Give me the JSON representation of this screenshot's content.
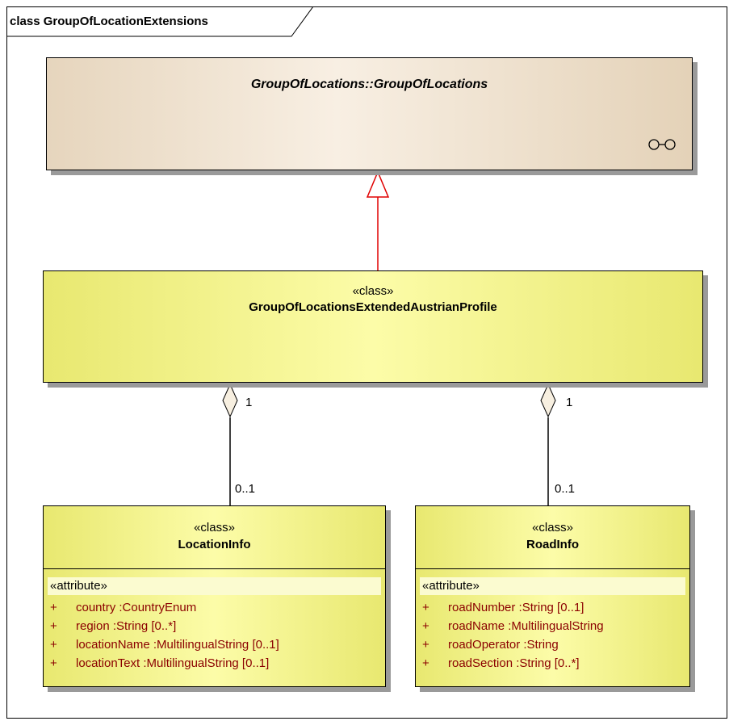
{
  "frame": {
    "title": "class GroupOfLocationExtensions"
  },
  "parent_class": {
    "name": "GroupOfLocations::GroupOfLocations",
    "icon": "link-icon"
  },
  "extended_class": {
    "stereotype": "«class»",
    "name": "GroupOfLocationsExtendedAustrianProfile"
  },
  "location_info": {
    "stereotype": "«class»",
    "name": "LocationInfo",
    "attr_stereotype": "«attribute»",
    "attributes": [
      {
        "visibility": "+",
        "text": "country :CountryEnum"
      },
      {
        "visibility": "+",
        "text": "region :String [0..*]"
      },
      {
        "visibility": "+",
        "text": "locationName :MultilingualString [0..1]"
      },
      {
        "visibility": "+",
        "text": "locationText :MultilingualString [0..1]"
      }
    ]
  },
  "road_info": {
    "stereotype": "«class»",
    "name": "RoadInfo",
    "attr_stereotype": "«attribute»",
    "attributes": [
      {
        "visibility": "+",
        "text": "roadNumber :String [0..1]"
      },
      {
        "visibility": "+",
        "text": "roadName :MultilingualString"
      },
      {
        "visibility": "+",
        "text": "roadOperator :String"
      },
      {
        "visibility": "+",
        "text": "roadSection :String [0..*]"
      }
    ]
  },
  "associations": {
    "location": {
      "source_mult": "1",
      "target_mult": "0..1"
    },
    "road": {
      "source_mult": "1",
      "target_mult": "0..1"
    }
  },
  "colors": {
    "generalization": "#e00000",
    "attribute_text": "#8b0000",
    "class_fill": "#f5f58c",
    "parent_fill": "#f3e7d6"
  }
}
